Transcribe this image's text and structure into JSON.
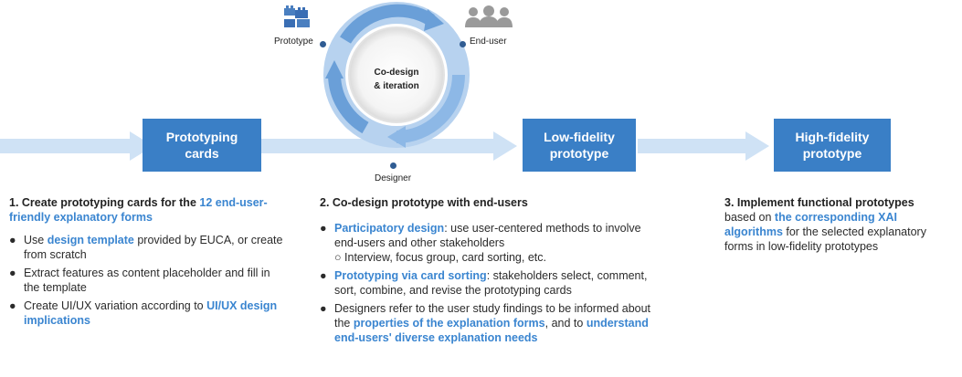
{
  "colors": {
    "stage_box": "#3a7fc6",
    "flow_arrow": "#cfe2f5",
    "highlight": "#3a85d0",
    "cycle_dark": "#6a9fd8",
    "cycle_light": "#b7d2ef"
  },
  "cycle": {
    "center_label_line1": "Co-design",
    "center_label_line2": "& iteration",
    "prototype_label": "Prototype",
    "end_user_label": "End-user",
    "designer_label": "Designer"
  },
  "stages": [
    {
      "line1": "Prototyping",
      "line2": "cards"
    },
    {
      "line1": "Low-fidelity",
      "line2": "prototype"
    },
    {
      "line1": "High-fidelity",
      "line2": "prototype"
    }
  ],
  "section1": {
    "heading_a": "1. Create prototyping cards for the ",
    "heading_hl": "12 end-user-friendly explanatory forms",
    "bullets": [
      {
        "pre": "Use ",
        "hl": "design template",
        "post": " provided by EUCA, or create from scratch"
      },
      {
        "pre": "Extract features as content placeholder and fill in the template",
        "hl": "",
        "post": ""
      },
      {
        "pre": "Create UI/UX variation according to ",
        "hl": "UI/UX design implications",
        "post": ""
      }
    ]
  },
  "section2": {
    "heading": "2. Co-design prototype with end-users",
    "bullets": [
      {
        "pre": "",
        "hl": "Participatory design",
        "post": ": use user-centered methods to involve end-users and other stakeholders",
        "sub": "○ Interview, focus group, card sorting, etc."
      },
      {
        "pre": "",
        "hl": "Prototyping via card sorting",
        "post": ": stakeholders select, comment, sort, combine, and revise the prototyping cards",
        "sub": ""
      },
      {
        "pre": "Designers refer to the user study findings to be informed about the ",
        "hl": "properties of the explanation forms",
        "post": ", and to ",
        "hl2": "understand end-users' diverse explanation needs",
        "sub": ""
      }
    ]
  },
  "section3": {
    "heading": "3. Implement functional prototypes",
    "pre": "based on ",
    "hl": "the corresponding XAI algorithms",
    "post": " for the selected explanatory forms in low-fidelity prototypes"
  },
  "icons": {
    "bullet": "●",
    "prototype": "blocks-icon",
    "end_user": "users-group-icon"
  }
}
